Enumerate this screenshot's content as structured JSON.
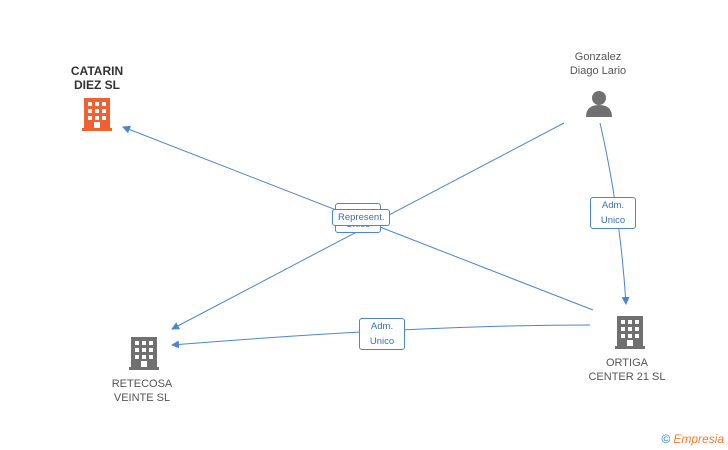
{
  "nodes": {
    "catarin": {
      "line1": "CATARIN",
      "line2": "DIEZ SL",
      "type": "company",
      "color": "#f06030"
    },
    "gonzalez": {
      "line1": "Gonzalez",
      "line2": "Diago Lario",
      "type": "person",
      "color": "#707070"
    },
    "ortiga": {
      "line1": "ORTIGA",
      "line2": "CENTER 21 SL",
      "type": "company",
      "color": "#707070"
    },
    "retecosa": {
      "line1": "RETECOSA",
      "line2": "VEINTE SL",
      "type": "company",
      "color": "#707070"
    }
  },
  "edges": {
    "represent": {
      "label": "Represent."
    },
    "hidden_unico": {
      "label": "Unico"
    },
    "gonzalez_ortiga": {
      "line1": "Adm.",
      "line2": "Unico"
    },
    "ortiga_retecosa": {
      "line1": "Adm.",
      "line2": "Unico"
    }
  },
  "footer": {
    "copyright_symbol": "©",
    "brand": "Empresia"
  },
  "colors": {
    "edge": "#4a86d0",
    "highlight_node": "#f06030",
    "node": "#707070"
  }
}
